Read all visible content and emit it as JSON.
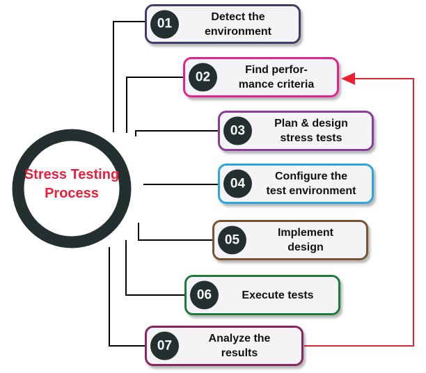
{
  "hub": {
    "line1": "Stress Testing",
    "line2": "Process"
  },
  "steps": [
    {
      "num": "01",
      "line1": "Detect the",
      "line2": "environment",
      "color": "#3f3d6b"
    },
    {
      "num": "02",
      "line1": "Find perfor-",
      "line2": "mance criteria",
      "color": "#e5238a"
    },
    {
      "num": "03",
      "line1": "Plan & design",
      "line2": "stress tests",
      "color": "#8e3a9d"
    },
    {
      "num": "04",
      "line1": "Configure the",
      "line2": "test environment",
      "color": "#2aa6de"
    },
    {
      "num": "05",
      "line1": "Implement",
      "line2": "design",
      "color": "#7a5230"
    },
    {
      "num": "06",
      "line1": "Execute tests",
      "line2": "",
      "color": "#1f7a3a"
    },
    {
      "num": "07",
      "line1": "Analyze the",
      "line2": "results",
      "color": "#8a2560"
    }
  ],
  "colors": {
    "hub_ring": "#23302f",
    "hub_text": "#ee1d3a",
    "feedback_arrow": "#e8222e",
    "connector": "#000000"
  }
}
